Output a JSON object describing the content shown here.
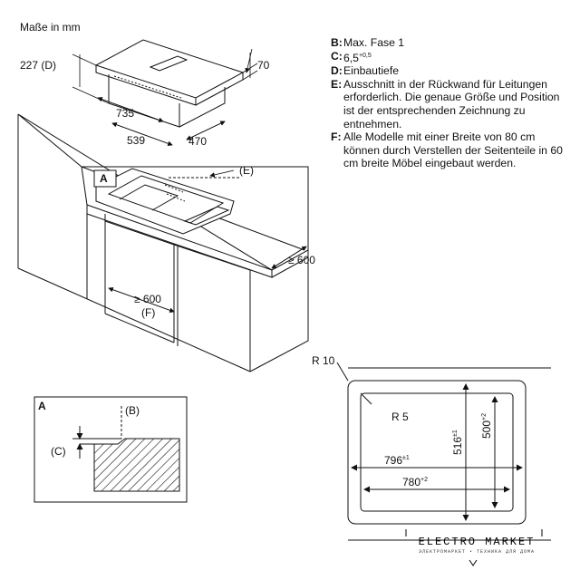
{
  "unit_label": "Maße in mm",
  "top_dims": {
    "d_label": "227 (D)",
    "c_label": "70",
    "width": "735",
    "cut_width": "539",
    "depth": "470"
  },
  "marker_e": "(E)",
  "marker_a": "A",
  "side_gap": "≥ 600",
  "bottom_gap": "≥ 600",
  "bottom_gap_tag": "(F)",
  "legend": [
    {
      "key": "B:",
      "text": "Max. Fase 1"
    },
    {
      "key": "C:",
      "text": "6,5",
      "sup": "+0,5"
    },
    {
      "key": "D:",
      "text": "Einbautiefe"
    },
    {
      "key": "E:",
      "text": "Ausschnitt in der Rückwand für Leitungen erforderlich. Die genaue Größe und Position ist der entsprechenden Zeichnung zu entnehmen."
    },
    {
      "key": "F:",
      "text": "Alle Modelle mit einer Breite von 80 cm können durch Verstellen der Seitenteile in 60 cm breite Möbel eingebaut werden."
    }
  ],
  "detail": {
    "title": "A",
    "b_label": "(B)",
    "c_label": "(C)"
  },
  "cutout": {
    "r10": "R 10",
    "r5": "R 5",
    "outer_w": "796",
    "outer_w_tol": "±1",
    "inner_w": "780",
    "inner_w_tol": "+2",
    "outer_h": "516",
    "outer_h_tol": "±1",
    "inner_h": "500",
    "inner_h_tol": "+2"
  },
  "brand": {
    "name": "ELECTRO MARKET",
    "tagline": "ЭЛЕКТРОМАРКЕТ • ТЕХНИКА ДЛЯ ДОМА"
  }
}
